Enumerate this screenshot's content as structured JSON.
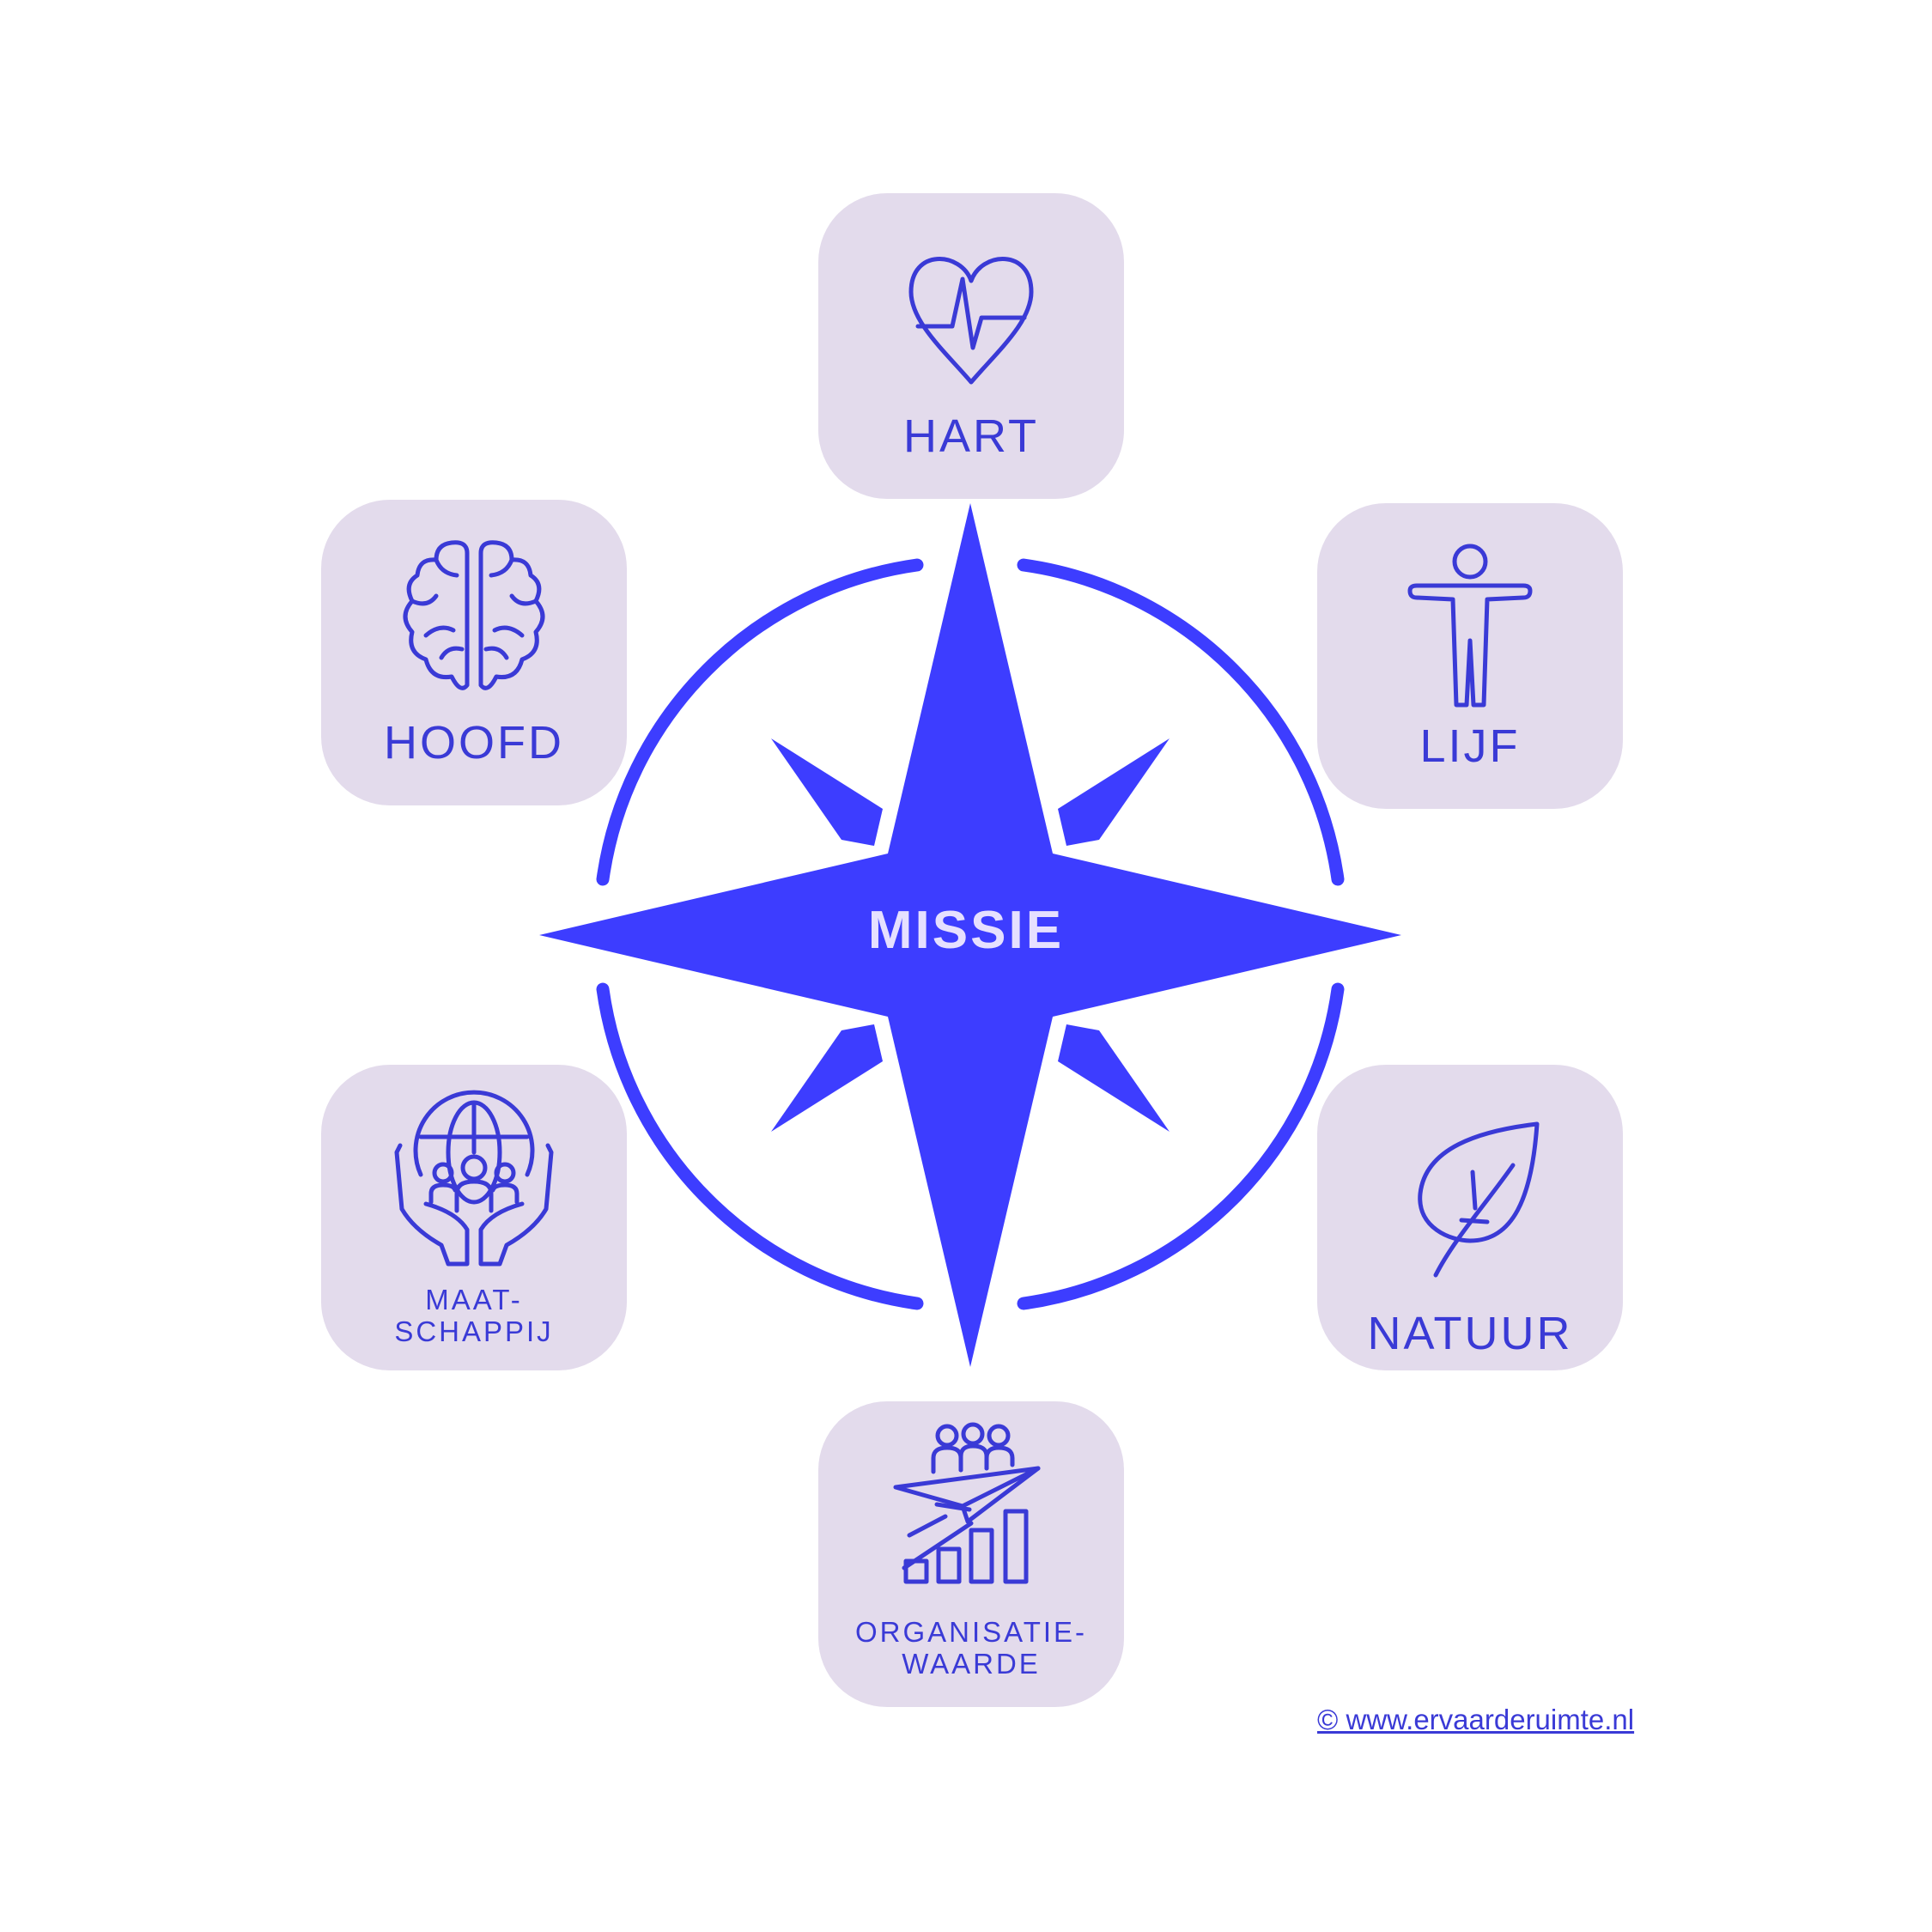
{
  "center": {
    "label": "MISSIE"
  },
  "tiles": {
    "hart": {
      "label": "HART",
      "icon": "heart-pulse-icon"
    },
    "lijf": {
      "label": "LIJF",
      "icon": "body-icon"
    },
    "natuur": {
      "label": "NATUUR",
      "icon": "leaf-icon"
    },
    "organisatiewaarde": {
      "label_line1": "ORGANISATIE-",
      "label_line2": "WAARDE",
      "icon": "growth-team-icon"
    },
    "maatschappij": {
      "label_line1": "MAAT-",
      "label_line2": "SCHAPPIJ",
      "icon": "globe-hands-icon"
    },
    "hoofd": {
      "label": "HOOFD",
      "icon": "brain-icon"
    }
  },
  "credit": {
    "text": "© www.ervaarderuimte.nl"
  },
  "colors": {
    "accent": "#3d3dff",
    "tile_bg": "#e3dbec",
    "label": "#3a3ad6",
    "center_text": "#e6e0ff"
  }
}
